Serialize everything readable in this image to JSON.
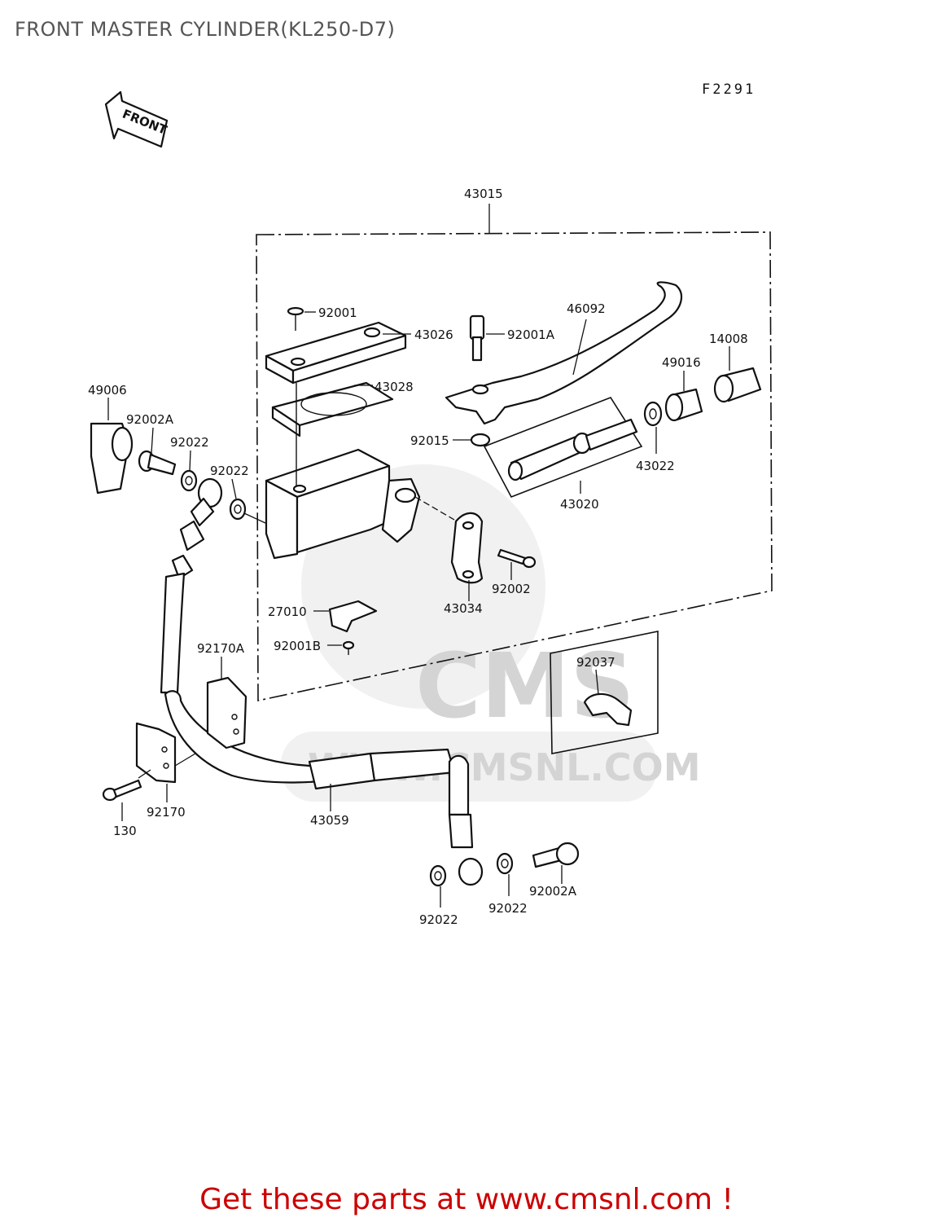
{
  "header": {
    "title": "FRONT MASTER CYLINDER(KL250-D7)"
  },
  "figure_code": "F2291",
  "direction_arrow": {
    "label": "FRONT"
  },
  "watermark": {
    "brand": "CMS",
    "url": "WWW.CMSNL.COM"
  },
  "part_labels": {
    "p43015": "43015",
    "p92001": "92001",
    "p43026": "43026",
    "p92001A": "92001A",
    "p46092": "46092",
    "p14008": "14008",
    "p49016": "49016",
    "p43028": "43028",
    "p49006": "49006",
    "p92002A_top": "92002A",
    "p92022_a": "92022",
    "p92022_b": "92022",
    "p92015": "92015",
    "p43022": "43022",
    "p43020": "43020",
    "p92002": "92002",
    "p43034": "43034",
    "p27010": "27010",
    "p92001B": "92001B",
    "p92170A": "92170A",
    "p92037": "92037",
    "p92170": "92170",
    "p130": "130",
    "p43059": "43059",
    "p92022_c": "92022",
    "p92022_d": "92022",
    "p92002A_bottom": "92002A"
  },
  "footer": {
    "text": "Get these parts at www.cmsnl.com !"
  },
  "colors": {
    "footer": "#cc0000",
    "title": "#555555",
    "watermark": "#d8d8d8"
  }
}
